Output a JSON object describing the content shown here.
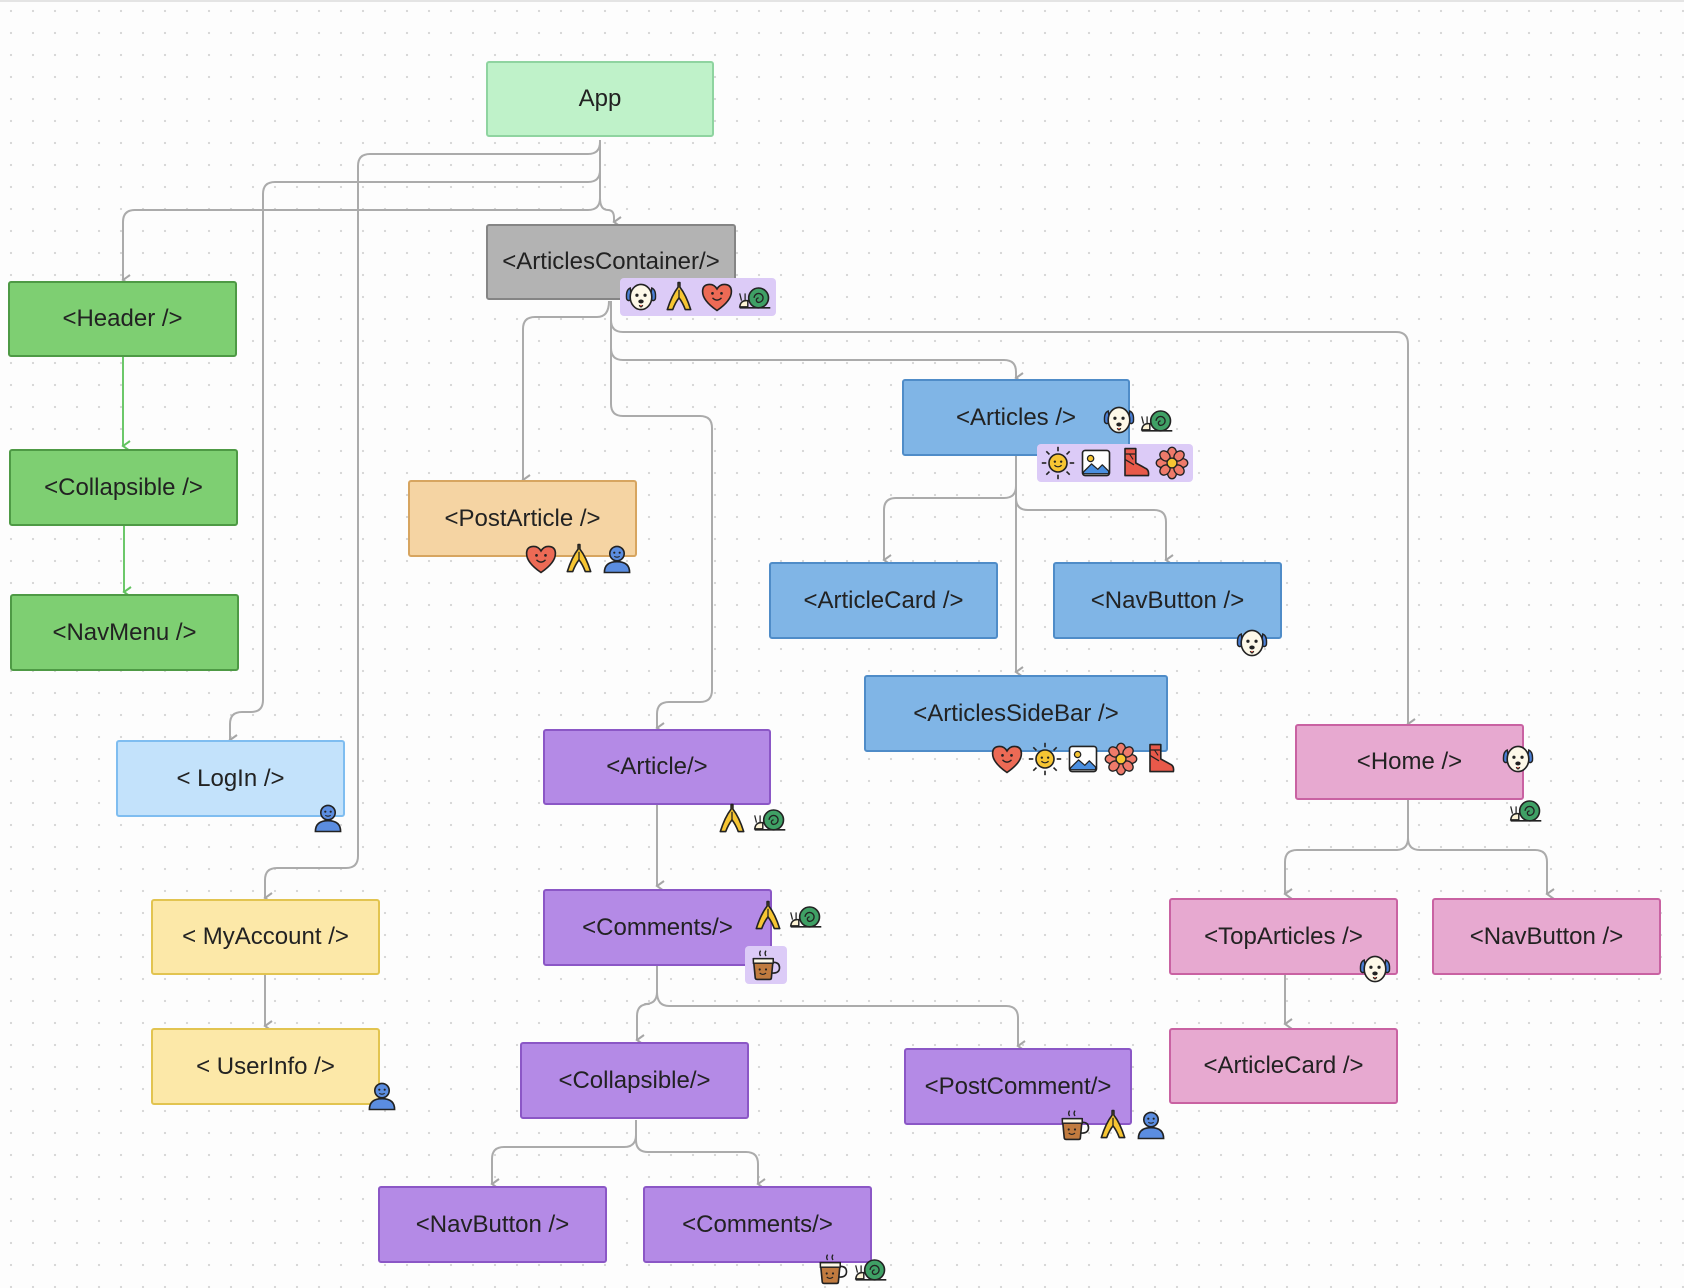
{
  "colors": {
    "green": "#7ecf72",
    "lightgreen": "#bff2c9",
    "gray": "#b3b3b3",
    "blue": "#80b5e6",
    "lightblue": "#c3e2fb",
    "orange": "#f5d4a3",
    "yellow": "#fce8a8",
    "purple": "#b48ae6",
    "pink": "#e7a9d0",
    "edge_gray": "#aaaaaa",
    "edge_green": "#6cc86a",
    "badge_highlight": "#dccbf7"
  },
  "nodes": {
    "app": "App",
    "articles_container": "<ArticlesContainer/>",
    "header": "<Header />",
    "collapsible_green": "<Collapsible />",
    "navmenu": "<NavMenu />",
    "login": "< LogIn />",
    "my_account": "< MyAccount />",
    "user_info": "< UserInfo />",
    "post_article": "<PostArticle />",
    "articles": "<Articles />",
    "article_card_blue": "<ArticleCard />",
    "nav_button_blue": "<NavButton />",
    "articles_sidebar": "<ArticlesSideBar />",
    "article": "<Article/>",
    "comments": "<Comments/>",
    "collapsible_purple": "<Collapsible/>",
    "post_comment": "<PostComment/>",
    "nav_button_purple": "<NavButton />",
    "comments_child": "<Comments/>",
    "home": "<Home />",
    "top_articles": "<TopArticles />",
    "nav_button_pink": "<NavButton />",
    "article_card_pink": "<ArticleCard />"
  },
  "badges": {
    "articles_container": [
      "dog-icon",
      "banana-icon",
      "heart-icon",
      "snail-icon"
    ],
    "post_article": [
      "heart-icon",
      "banana-icon",
      "user-icon"
    ],
    "articles_a": [
      "dog-icon",
      "snail-icon"
    ],
    "articles_b": [
      "sun-icon",
      "image-icon",
      "boot-icon",
      "flower-icon"
    ],
    "nav_button_blue": [
      "dog-icon"
    ],
    "articles_sidebar": [
      "heart-icon",
      "sun-icon",
      "image-icon",
      "flower-icon",
      "boot-icon"
    ],
    "login": [
      "user-icon"
    ],
    "article": [
      "banana-icon",
      "snail-icon"
    ],
    "comments_a": [
      "banana-icon",
      "snail-icon"
    ],
    "comments_b": [
      "coffee-icon"
    ],
    "user_info": [
      "user-icon"
    ],
    "post_comment": [
      "coffee-icon",
      "banana-icon",
      "user-icon"
    ],
    "comments_child": [
      "coffee-icon",
      "snail-icon"
    ],
    "home_a": [
      "dog-icon"
    ],
    "home_b": [
      "snail-icon"
    ],
    "top_articles": [
      "dog-icon"
    ]
  }
}
